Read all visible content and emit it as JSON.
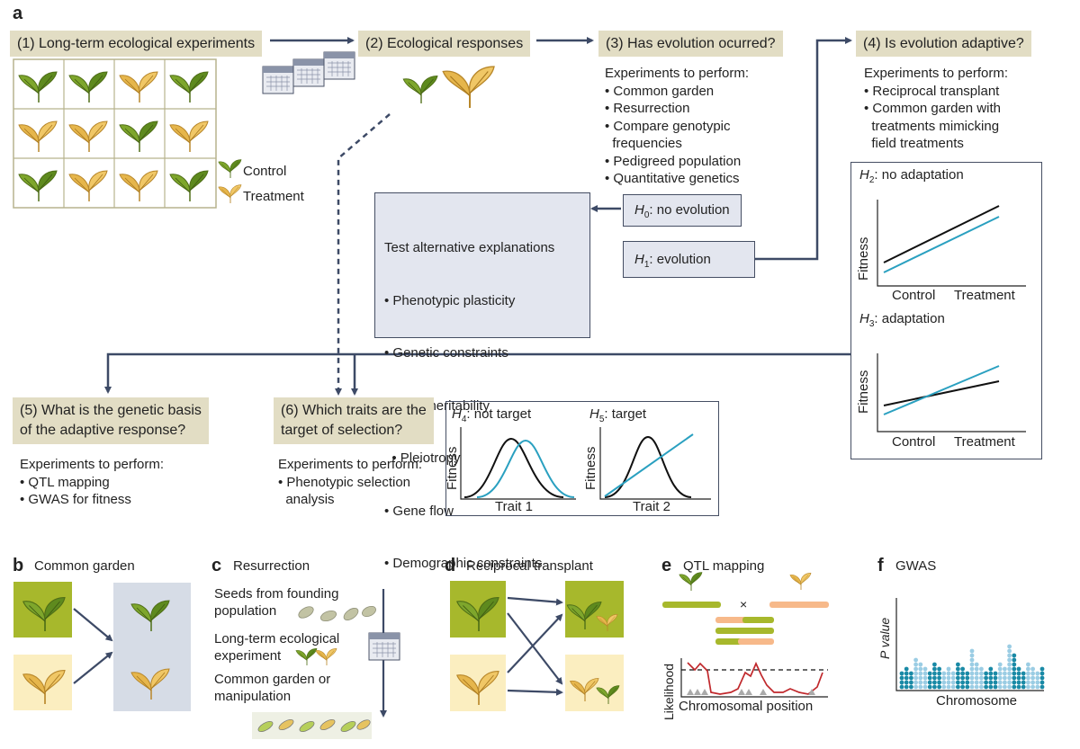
{
  "panel_a": {
    "letter": "a",
    "steps": {
      "s1": "(1) Long-term ecological experiments",
      "s2": "(2) Ecological responses",
      "s3": "(3) Has evolution ocurred?",
      "s4": "(4) Is evolution adaptive?",
      "s5_line1": "(5) What is the genetic basis",
      "s5_line2": "of the adaptive response?",
      "s6_line1": "(6) Which traits are the",
      "s6_line2": "target of selection?"
    },
    "legend": {
      "control": "Control",
      "treatment": "Treatment"
    },
    "exp_heading": "Experiments to perform:",
    "exp3": [
      "• Common garden",
      "• Resurrection",
      "• Compare genotypic",
      "  frequencies",
      "• Pedigreed population",
      "• Quantitative genetics"
    ],
    "exp4": [
      "• Reciprocal transplant",
      "• Common garden with",
      "  treatments mimicking",
      "  field treatments"
    ],
    "exp5": [
      "• QTL mapping",
      "• GWAS for fitness"
    ],
    "exp6": [
      "• Phenotypic selection",
      "  analysis"
    ],
    "h0_text": ": no evolution",
    "h1_text": ": evolution",
    "alt_title": "Test alternative explanations",
    "alt_items": [
      "• Phenotypic plasticity",
      "• Genetic constraints",
      "  • Low heritability",
      "  • Pleiotropy",
      "• Gene flow",
      "• Demographic constraints"
    ],
    "h2_text": ": no adaptation",
    "h3_text": ": adaptation",
    "h4_text": ": not target",
    "h5_text": ": target",
    "fitness": "Fitness",
    "control_x": "Control",
    "treatment_x": "Treatment",
    "trait1": "Trait 1",
    "trait2": "Trait 2",
    "H": "H",
    "sub0": "0",
    "sub1": "1",
    "sub2": "2",
    "sub3": "3",
    "sub4": "4",
    "sub5": "5"
  },
  "panel_b": {
    "letter": "b",
    "title": "Common garden"
  },
  "panel_c": {
    "letter": "c",
    "title": "Resurrection",
    "seeds_line1": "Seeds from founding",
    "seeds_line2": "population",
    "lt_line1": "Long-term ecological",
    "lt_line2": "experiment",
    "cg_line1": "Common garden or",
    "cg_line2": "manipulation"
  },
  "panel_d": {
    "letter": "d",
    "title": "Reciprocal transplant"
  },
  "panel_e": {
    "letter": "e",
    "title": "QTL mapping",
    "cross": "×",
    "ylabel": "Likelihood",
    "xlabel": "Chromosomal position"
  },
  "panel_f": {
    "letter": "f",
    "title": "GWAS",
    "ylabel": "P value",
    "xlabel": "Chromosome"
  },
  "colors": {
    "box_fill": "#e3e6ef",
    "step_fill": "#e2ddc4",
    "arrow": "#3d4a66",
    "leaf_green": "#7ea62c",
    "leaf_yellow": "#e6b64c",
    "teal": "#2aa0c0",
    "light_blue": "#9bcde4",
    "dark_teal": "#1a8aa6",
    "qtl_red": "#c0282c"
  }
}
